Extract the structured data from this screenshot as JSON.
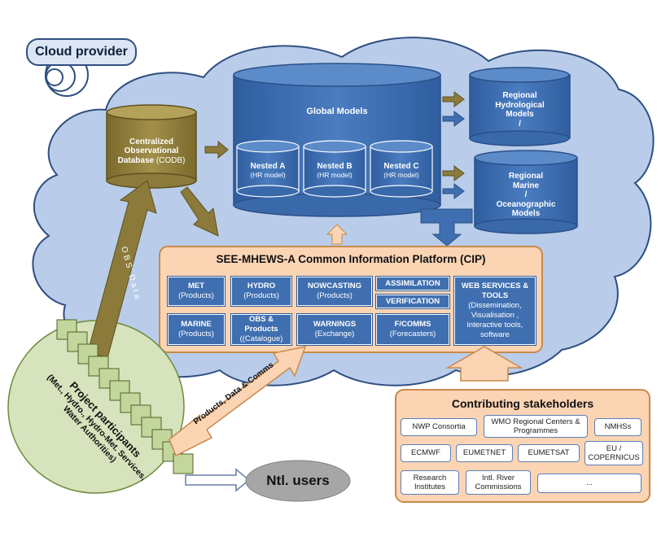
{
  "cloud_provider": {
    "label": "Cloud provider"
  },
  "codb": {
    "line1": "Centralized",
    "line2": "Observational",
    "line3": "Database",
    "suffix": "(CODB)"
  },
  "global_models": {
    "title": "Global Models"
  },
  "nested": [
    {
      "name": "Nested A",
      "sub": "(HR model)"
    },
    {
      "name": "Nested B",
      "sub": "(HR model)"
    },
    {
      "name": "Nested C",
      "sub": "(HR model)"
    }
  ],
  "regional_hydro": {
    "line1": "Regional",
    "line2": "Hydrological",
    "line3": "Models",
    "line4": "/"
  },
  "regional_marine": {
    "line1": "Regional",
    "line2": "Marine",
    "line3": "/",
    "line4": "Oceanographic",
    "line5": "Models"
  },
  "cip": {
    "title": "SEE-MHEWS-A  Common Information Platform (CIP)",
    "cells": {
      "met": {
        "title": "MET",
        "sub": "(Products)"
      },
      "hydro": {
        "title": "HYDRO",
        "sub": "(Products)"
      },
      "nowcasting": {
        "title": "NOWCASTING",
        "sub": "(Products)"
      },
      "assimilation": {
        "title": "ASSIMILATION"
      },
      "verification": {
        "title": "VERIFICATION"
      },
      "web": {
        "title": "WEB SERVICES &",
        "title2": "TOOLS",
        "l1": "(Dissemination,",
        "l2": "Visualisation ,",
        "l3": "interactive tools,",
        "l4": "software"
      },
      "marine": {
        "title": "MARINE",
        "sub": "(Products)"
      },
      "obs": {
        "title": "OBS &",
        "title2": "Products",
        "sub": "((Catalogue)"
      },
      "warnings": {
        "title": "WARNINGS",
        "sub": "(Exchange)"
      },
      "fcomms": {
        "title": "F/COMMS",
        "sub": "(Forecasters)"
      }
    }
  },
  "obs_data": {
    "label": "OBS Data"
  },
  "products_arrow": {
    "label": "Products, Data & Comms"
  },
  "participants": {
    "line1": "Project participants",
    "line2": "(Met., Hydro., Hydro-Met. Services,",
    "line3": "Water Authorities)"
  },
  "ntl_users": {
    "label": "Ntl. users"
  },
  "stakeholders": {
    "title": "Contributing  stakeholders",
    "items": [
      "NWP Consortia",
      "WMO Regional Centers & Programmes",
      "NMHSs",
      "ECMWF",
      "EUMETNET",
      "EUMETSAT",
      "EU / COPERNICUS",
      "Research Institutes",
      "Intl. River Commissions",
      "..."
    ]
  },
  "colors": {
    "blue": "#3f6fb0",
    "cloud": "#b9cdea",
    "olive": "#8b7a3a",
    "peach": "#fbd4b4",
    "green": "#c3d69b"
  }
}
